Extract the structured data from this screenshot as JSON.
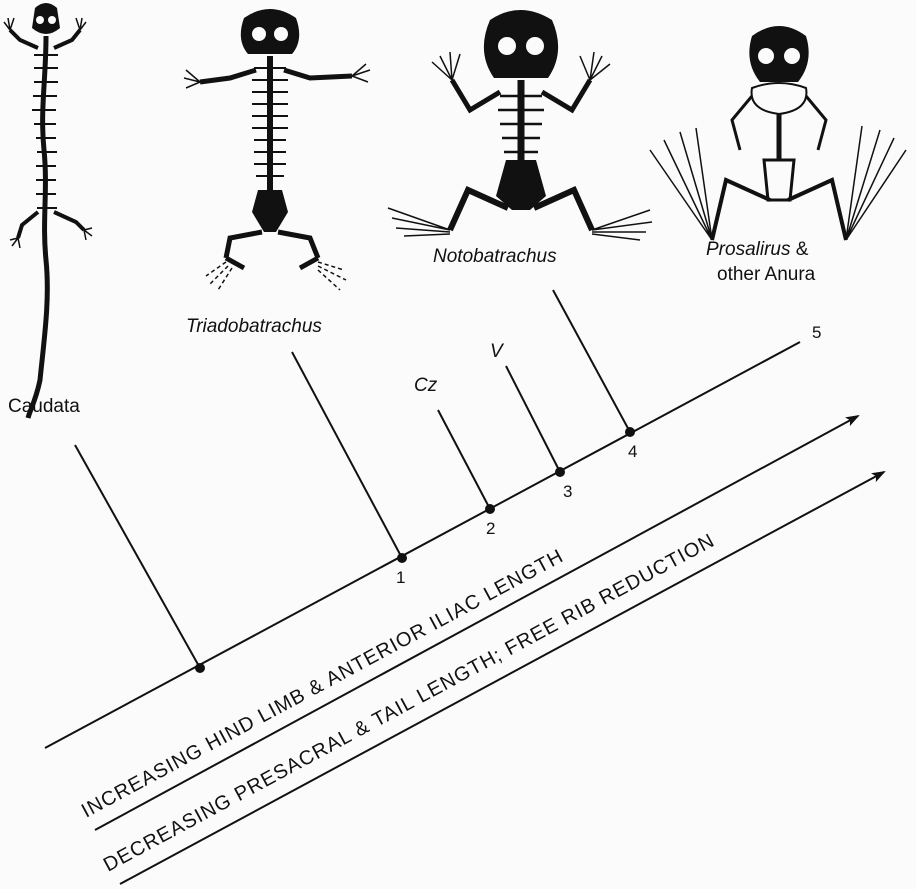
{
  "taxa": {
    "caudata": {
      "label": "Caudata"
    },
    "triadobatrachus": {
      "label": "Triadobatrachus"
    },
    "cz": {
      "label": "Cz"
    },
    "v": {
      "label": "V"
    },
    "notobatrachus": {
      "label": "Notobatrachus"
    },
    "prosalirus": {
      "label_italic": "Prosalirus",
      "label_suffix": " &",
      "label_line2": "other Anura"
    }
  },
  "nodes": [
    {
      "label": "1"
    },
    {
      "label": "2"
    },
    {
      "label": "3"
    },
    {
      "label": "4"
    },
    {
      "label": "5"
    }
  ],
  "trends": {
    "upper": "INCREASING HIND LIMB & ANTERIOR ILIAC LENGTH",
    "lower": "DECREASING PRESACRAL & TAIL LENGTH; FREE RIB REDUCTION"
  },
  "colors": {
    "ink": "#111111",
    "paper": "#fbfbfb"
  },
  "icons": [
    "salamander-skeleton-icon",
    "triadobatrachus-skeleton-icon",
    "notobatrachus-skeleton-icon",
    "frog-skeleton-icon"
  ]
}
